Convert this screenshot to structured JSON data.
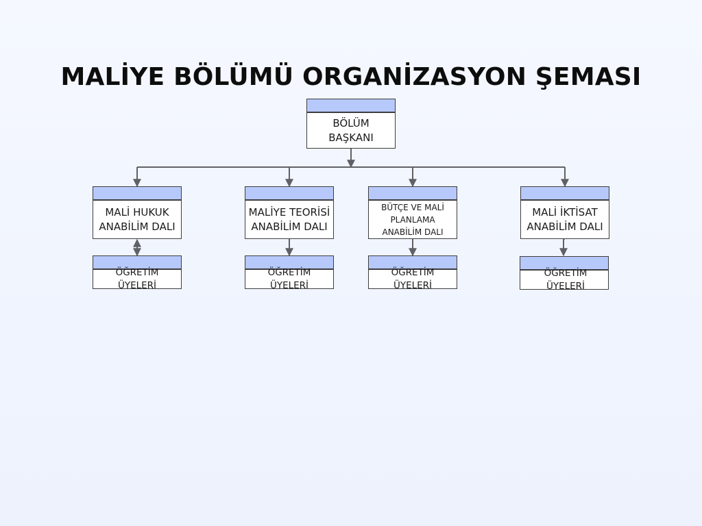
{
  "title": "MALİYE BÖLÜMÜ ORGANİZASYON ŞEMASI",
  "root": {
    "label": "BÖLÜM\nBAŞKANI"
  },
  "departments": [
    {
      "label": "MALİ HUKUK\nANABİLİM DALI",
      "staff_label": "ÖĞRETİM ÜYELERİ"
    },
    {
      "label": "MALİYE TEORİSİ\nANABİLİM DALI",
      "staff_label": "ÖĞRETİM ÜYELERİ"
    },
    {
      "label": "BÜTÇE VE MALİ\nPLANLAMA\nANABİLİM DALI",
      "staff_label": "ÖĞRETİM ÜYELERİ"
    },
    {
      "label": "MALİ İKTİSAT\nANABİLİM DALI",
      "staff_label": "ÖĞRETİM ÜYELERİ"
    }
  ],
  "colors": {
    "header_fill": "#b7c8fb",
    "connector": "#5f6165",
    "border": "#3d3d3d"
  }
}
